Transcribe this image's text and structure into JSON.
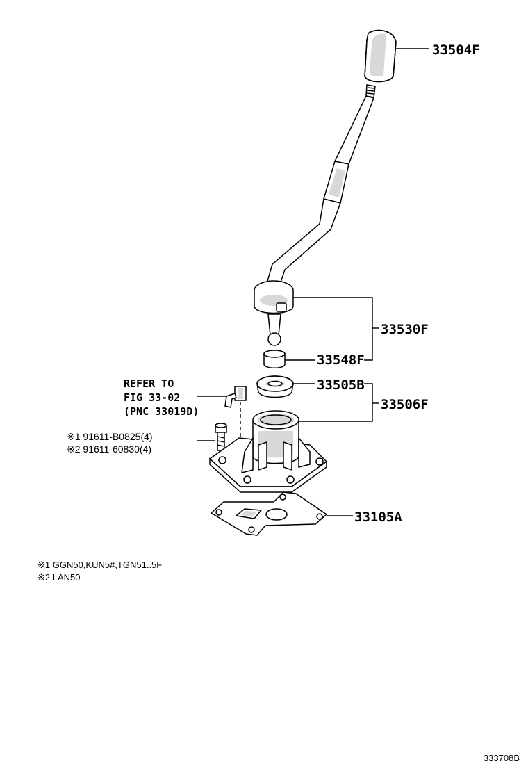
{
  "parts": {
    "knob": "33504F",
    "lever_assy": "33530F",
    "bushing": "33548F",
    "boot": "33505B",
    "retainer_assy": "33506F",
    "gasket": "33105A"
  },
  "refer": {
    "line1": "REFER TO",
    "line2": "FIG 33-02",
    "line3": "(PNC 33019D)"
  },
  "bolts": {
    "bolt1": "※1 91611-B0825(4)",
    "bolt2": "※2 91611-60830(4)"
  },
  "notes": {
    "note1": "※1 GGN50,KUN5#,TGN51..5F",
    "note2": "※2 LAN50"
  },
  "figure_code": "333708B"
}
